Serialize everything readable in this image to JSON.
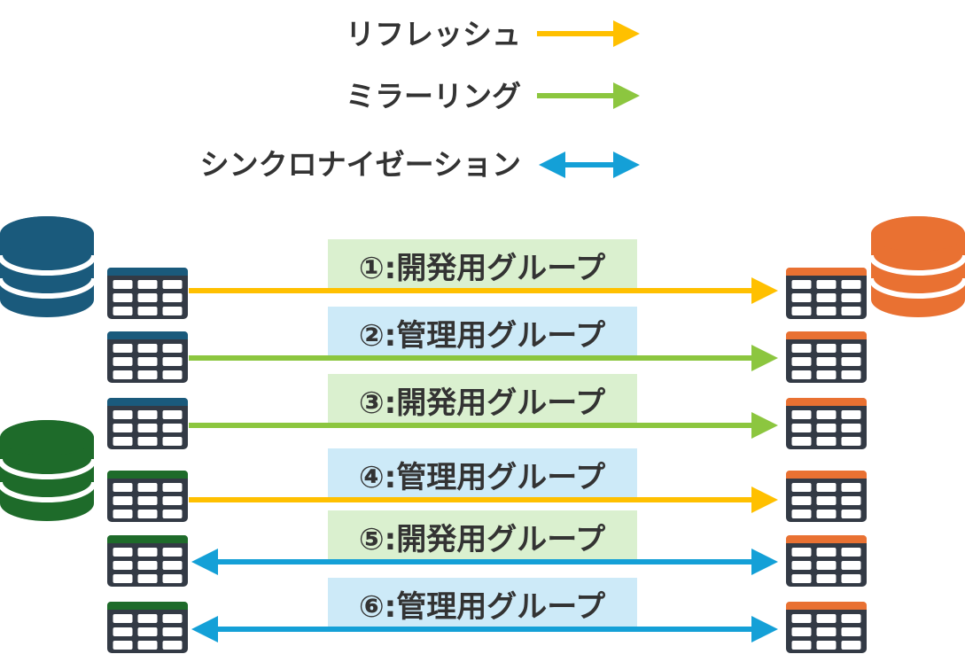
{
  "colors": {
    "refresh": "#FFC000",
    "mirroring": "#8CC63F",
    "synchronization": "#14A0D7",
    "source_db_blue": "#1A5A7C",
    "source_db_green": "#1E6B2A",
    "target_db_orange": "#E97132",
    "table_body": "#333A45",
    "label_bg_green": "#DAF0CF",
    "label_bg_blue": "#CDEAF8"
  },
  "legend": [
    {
      "label": "リフレッシュ",
      "type": "refresh"
    },
    {
      "label": "ミラーリング",
      "type": "mirroring"
    },
    {
      "label": "シンクロナイゼーション",
      "type": "synchronization"
    }
  ],
  "groups": [
    {
      "label": "①:開発用グループ",
      "type": "refresh",
      "source": "blue",
      "label_bg": "green"
    },
    {
      "label": "②:管理用グループ",
      "type": "mirroring",
      "source": "blue",
      "label_bg": "blue"
    },
    {
      "label": "③:開発用グループ",
      "type": "mirroring",
      "source": "blue",
      "label_bg": "green"
    },
    {
      "label": "④:管理用グループ",
      "type": "refresh",
      "source": "green",
      "label_bg": "blue"
    },
    {
      "label": "⑤:開発用グループ",
      "type": "synchronization",
      "source": "green",
      "label_bg": "green"
    },
    {
      "label": "⑥:管理用グループ",
      "type": "synchronization",
      "source": "green",
      "label_bg": "blue"
    }
  ],
  "databases": [
    {
      "name": "source-database-blue",
      "color": "blue"
    },
    {
      "name": "source-database-green",
      "color": "green"
    },
    {
      "name": "target-database-orange",
      "color": "orange"
    }
  ]
}
